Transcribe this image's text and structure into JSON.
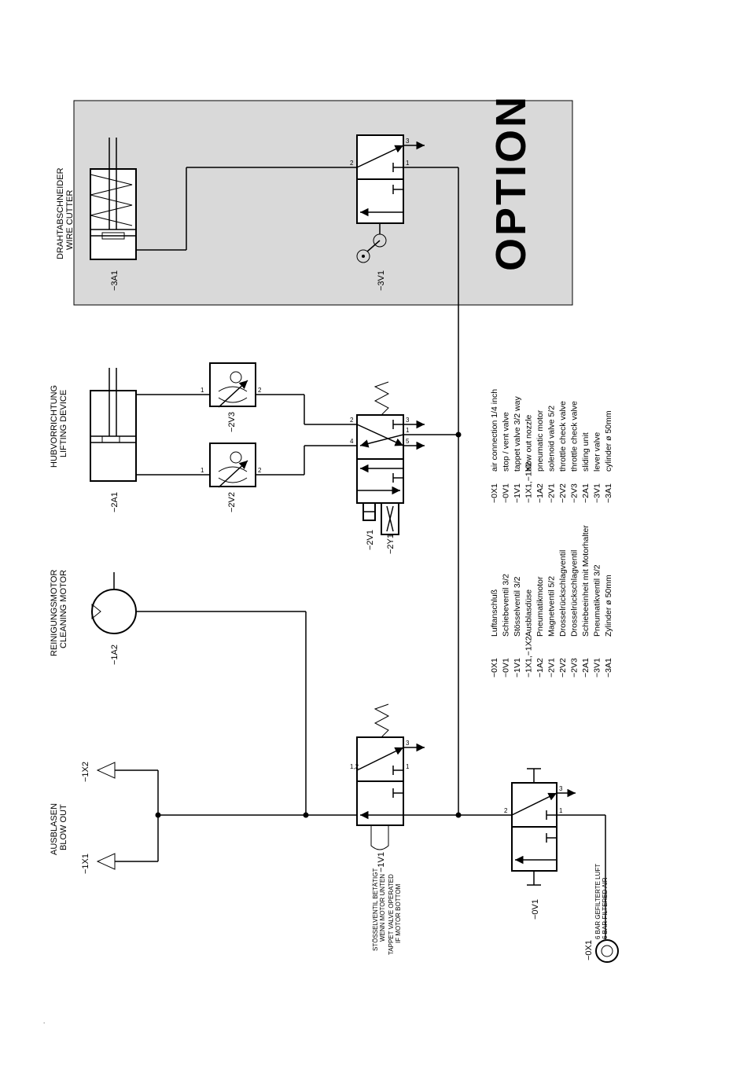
{
  "option_label": "OPTION",
  "components": {
    "cutter_title_de": "DRAHTABSCHNEIDER",
    "cutter_title_en": "WIRE CUTTER",
    "cutter_id": "−3A1",
    "lever_valve_id": "−3V1",
    "lifting_title_de": "HUBVORRICHTUNG",
    "lifting_title_en": "LIFTING DEVICE",
    "lifting_id": "−2A1",
    "throttle_a_id": "−2V3",
    "throttle_b_id": "−2V2",
    "solenoid_valve_id": "−2V1",
    "solenoid_id": "−2Y1",
    "motor_title_de": "REINIGUNGSMOTOR",
    "motor_title_en": "CLEANING MOTOR",
    "motor_id": "−1A2",
    "blow_title_de": "AUSBLASEN",
    "blow_title_en": "BLOW OUT",
    "nozzle_a_id": "−1X2",
    "nozzle_b_id": "−1X1",
    "tappet_valve_id": "−1V1",
    "tappet_note_de_1": "STÖSSELVENTIL BETÄTIGT",
    "tappet_note_de_2": "WENN MOTOR UNTEN",
    "tappet_note_en_1": "TAPPET VALVE OPERATED",
    "tappet_note_en_2": "IF MOTOR BOTTOM",
    "stop_valve_id": "−0V1",
    "air_id": "−0X1",
    "air_note_de": "6 BAR GEFILTERTE LUFT",
    "air_note_en": "6 BAR FILTERED AIR"
  },
  "ports": {
    "p1": "1",
    "p2": "2",
    "p3": "3",
    "p4": "4",
    "p5": "5",
    "p12": "1,2"
  },
  "legend_de": [
    {
      "code": "−0X1",
      "text": "Luftanschluß"
    },
    {
      "code": "−0V1",
      "text": "Schiebeventil  3/2"
    },
    {
      "code": "−1V1",
      "text": "Stösselventil  3/2"
    },
    {
      "code": "−1X1,−1X2",
      "text": "Ausblasdüse"
    },
    {
      "code": "−1A2",
      "text": "Pneumatikmotor"
    },
    {
      "code": "−2V1",
      "text": "Magnetventil  5/2"
    },
    {
      "code": "−2V2",
      "text": "Drosselrückschlagventil"
    },
    {
      "code": "−2V3",
      "text": "Drosselrückschlagventil"
    },
    {
      "code": "−2A1",
      "text": "Schiebeeinheit  mit Motorhalter"
    },
    {
      "code": "−3V1",
      "text": "Pneumatikventil  3/2"
    },
    {
      "code": "−3A1",
      "text": "Zylinder  ø  50mm"
    }
  ],
  "legend_en": [
    {
      "code": "−0X1",
      "text": "air  connection  1/4  inch"
    },
    {
      "code": "−0V1",
      "text": "stop  /  vent  valve"
    },
    {
      "code": "−1V1",
      "text": "tappet  valve  3/2  way"
    },
    {
      "code": "−1X1,−1X2",
      "text": "blow  out  nozzle"
    },
    {
      "code": "−1A2",
      "text": "pneumatic  motor"
    },
    {
      "code": "−2V1",
      "text": "solenoid  valve  5/2"
    },
    {
      "code": "−2V2",
      "text": "throttle  check  valve"
    },
    {
      "code": "−2V3",
      "text": "throttle  check  valve"
    },
    {
      "code": "−2A1",
      "text": "sliding  unit"
    },
    {
      "code": "−3V1",
      "text": "lever  valve"
    },
    {
      "code": "−3A1",
      "text": "cylinder  ø  50mm"
    }
  ],
  "colors": {
    "option_panel": "#d9d9d9",
    "line": "#000000"
  }
}
